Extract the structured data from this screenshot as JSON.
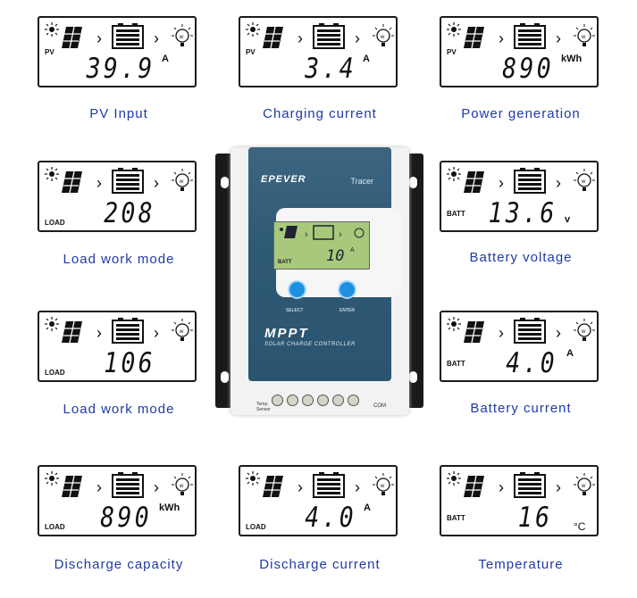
{
  "panels": [
    {
      "tag": "PV",
      "value": "39.9",
      "unit": "A",
      "caption": "PV Input"
    },
    {
      "tag": "PV",
      "value": "3.4",
      "unit": "A",
      "caption": "Charging current"
    },
    {
      "tag": "PV",
      "value": "890",
      "unit": "kWh",
      "caption": "Power generation"
    },
    {
      "tag": "LOAD",
      "value": "208",
      "unit": "",
      "caption": "Load work mode"
    },
    {
      "tag": "BATT",
      "value": "13.6",
      "unit": "v",
      "caption": "Battery voltage"
    },
    {
      "tag": "LOAD",
      "value": "106",
      "unit": "",
      "caption": "Load work mode"
    },
    {
      "tag": "BATT",
      "value": "4.0",
      "unit": "A",
      "caption": "Battery current"
    },
    {
      "tag": "LOAD",
      "value": "890",
      "unit": "kWh",
      "caption": "Discharge capacity"
    },
    {
      "tag": "LOAD",
      "value": "4.0",
      "unit": "A",
      "caption": "Discharge current"
    },
    {
      "tag": "BATT",
      "value": "16",
      "unit": "°C",
      "caption": "Temperature"
    }
  ],
  "device": {
    "brand": "EPEVER",
    "model": "Tracer",
    "lcd_tag": "BATT",
    "lcd_value": "10",
    "lcd_unit": "A",
    "select_label": "SELECT",
    "enter_label": "ENTER",
    "mppt": "MPPT",
    "subtitle": "SOLAR CHARGE CONTROLLER",
    "temp_label": "Temp. Sensor",
    "com_label": "COM"
  },
  "colors": {
    "caption": "#1f3aa8",
    "face": "#2e5974",
    "button": "#1e90e0"
  }
}
